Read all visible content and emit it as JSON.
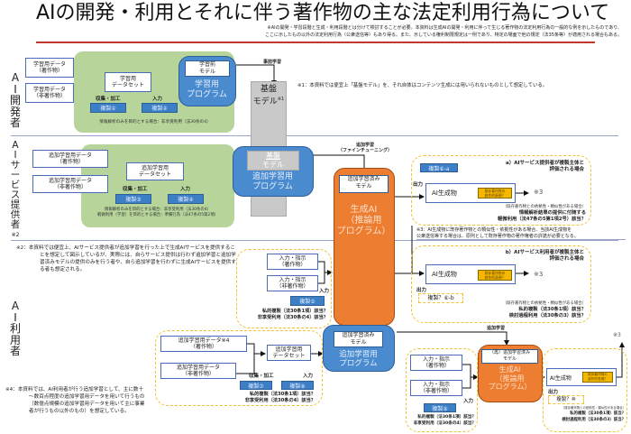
{
  "header": {
    "title": "AIの開発・利用とそれに伴う著作物の主な法定利用行為について",
    "subnote_line1": "※AIの開発・学習段階と生成・利用段階とは分けて検討することが必要。本資料は生成AIの開発・利用に伴って生じる著作物の法定利用行為の一般的な例を示したものであり、",
    "subnote_line2": "ここに示したもの以外の法定利用行為（公衆送信等）もあり得る。また、示している権利制限規定は一例であり、特定の場面で他の規定（法35条等）が適用される場合もある。"
  },
  "colors": {
    "accent_red": "#c0392b",
    "green_area": "#b7d59b",
    "program_blue": "#4a8bd0",
    "generative_orange": "#ed7d31",
    "dashed_yellow": "#f2c230",
    "tag_yellow": "#f5b800",
    "base_gray": "#c9c9c9"
  },
  "sections": {
    "developer": {
      "label": [
        "A",
        "I",
        "開",
        "発",
        "者"
      ],
      "data_copyrighted": [
        "学習用データ",
        "（著作物）"
      ],
      "data_noncopyrighted": [
        "学習用データ",
        "（非著作物）"
      ],
      "dataset": [
        "学習用",
        "データセット"
      ],
      "collect_label": "収集・加工",
      "input_label": "入力",
      "copy1": "複製①",
      "copy2": "複製②",
      "green_note": "情報解析のみを目的とする場合：非享受利用（法30条の4）",
      "pre_model": [
        "学習前",
        "モデル"
      ],
      "program": [
        "学習用",
        "プログラム"
      ],
      "pretrain_label": "事前学習",
      "base_model": [
        "基盤",
        "モデル"
      ],
      "base_model_mark": "※1",
      "note1": "※1：本資料では便宜上「基盤モデル」を、それ自体はコンテンツ生成には用いられないものとして想定している。"
    },
    "service": {
      "label": [
        "A",
        "I",
        "サ",
        "ー",
        "ビ",
        "ス",
        "提",
        "供",
        "者"
      ],
      "label_note": "※2",
      "data_copyrighted": [
        "追加学習用データ",
        "（著作物）"
      ],
      "data_noncopyrighted": [
        "追加学習用データ",
        "（非著作物）"
      ],
      "dataset": [
        "追加学習用",
        "データセット"
      ],
      "collect_label": "収集・加工",
      "input_label": "入力",
      "copy3": "複製③",
      "copy4": "複製④",
      "green_note1": "情報解析のみを目的とする場合：非享受利用（法30条の4）",
      "green_note2": "軽微利用（学習）を目的とする場合：準備行為（法47条の5第2項）",
      "base_model": [
        "基盤",
        "モデル"
      ],
      "program": [
        "追加学習用",
        "プログラム"
      ],
      "finetune_label": [
        "追加学習",
        "（ファインチューニング）"
      ],
      "tuned_model": [
        "追加学習済み",
        "モデル"
      ],
      "gen_ai": [
        "生成AI",
        "（推論用",
        "プログラム）"
      ],
      "case_a": {
        "copy": "複製⑥-a",
        "title": [
          "a）AIサービス提供者が複製主体と",
          "評価される場合"
        ],
        "output_label": "出力",
        "ai_output": "AI生成物",
        "tag": [
          "既存著作物の",
          "創作的表現？"
        ],
        "ref": "※3",
        "cond": "（既存著作物との依拠性・類似性がある場合）",
        "law1": "情報解析結果の提供に付随する",
        "law2": "軽微利用（法47条の5第1項2号）該当？"
      },
      "note3_line1": "※3：AI生成物に既存著作物との類似性・依拠性がある場合、当該AI生成物を",
      "note3_line2": "公衆送信等する場合は、原則として既存著作物の著作権者の許諾が必要となる。"
    },
    "note2": "※2：本資料では便宜上、AIサービス提供者が追加学習を行った上で生成AIサービスを提供することを想定して図示しているが、実際には、自らサービス提供は行わず追加学習と追加学習済みモデルの提供のみを行う者や、自ら追加学習を行わずに生成AIサービスを提供する者も想定される。",
    "user": {
      "label": [
        "A",
        "I",
        "利",
        "用",
        "者"
      ],
      "prompt_copyrighted": [
        "入力・指示",
        "（著作物）"
      ],
      "prompt_noncopyrighted": [
        "入力・指示",
        "（非著作物）"
      ],
      "input_label": "入力",
      "copy5": "複製⑤",
      "law_private": "私的複製（法30条1項）該当？",
      "law_nonenjoy": "非享受利用（法30条の4）該当？",
      "case_b": {
        "title": [
          "b）AIサービス利用者が複製主体と",
          "評価される場合"
        ],
        "ai_output": "AI生成物",
        "tag": [
          "既存著作物の",
          "創作的表現？"
        ],
        "ref": "※3",
        "output_label": "出力",
        "copy": "複製？⑥-b",
        "cond": "（既存著作物との依拠性・類似性がある場合）",
        "law1": "私的複製（法30条1項）該当？",
        "law2": "検討過程利用（法30条の3）該当？"
      },
      "ft_data_copyrighted": [
        "追加学習用データ※4",
        "（著作物）"
      ],
      "ft_data_noncopyrighted": [
        "追加学習用データ",
        "（非著作物）"
      ],
      "ft_dataset": [
        "追加学習用",
        "データセット"
      ],
      "collect_label": "収集・加工",
      "input_label2": "入力",
      "copy7": "複製⑦",
      "copy8": "複製⑧",
      "ft_law1": "私的複製（法30条1項）該当？",
      "ft_law2": "非享受利用（法30条の4）該当？",
      "tuned_model": [
        "追加学習済み",
        "モデル"
      ],
      "program": [
        "追加学習用",
        "プログラム"
      ],
      "ft_label": "追加学習",
      "re_model": [
        "（再）追加学習済み",
        "モデル"
      ],
      "gen_ai": [
        "生成AI",
        "（推論用",
        "プログラム）"
      ],
      "prompt2_copyrighted": [
        "入力・指示",
        "（著作物）"
      ],
      "prompt2_noncopyrighted": [
        "入力・指示",
        "（非著作物）"
      ],
      "input_label3": "入力",
      "copy9": "複製⑨",
      "law2_private": "私的複製（法30条1項）該当？",
      "law2_nonenjoy": "非享受利用（法30条の4）該当？",
      "out2_ai_output": "AI生成物",
      "out2_tag": [
        "既存著作物の",
        "創作的表現？"
      ],
      "out2_output_label": "出力",
      "out2_copy": "複製？⑩",
      "out2_cond": "（既存著作物との依拠性・類似性がある場合）",
      "out2_law1": "私的複製（法30条1項）該当？",
      "out2_law2": "検討過程利用（法30条の3）該当？",
      "out2_ref": "※3"
    },
    "note4": "※4：本資料では、AI利用者が行う追加学習として、主に数十～数百点程度の追加学習用データを用いて行うもの（数億点規模の追加学習用データを用いて主に事業者が行うもの以外のもの）を想定している。"
  }
}
